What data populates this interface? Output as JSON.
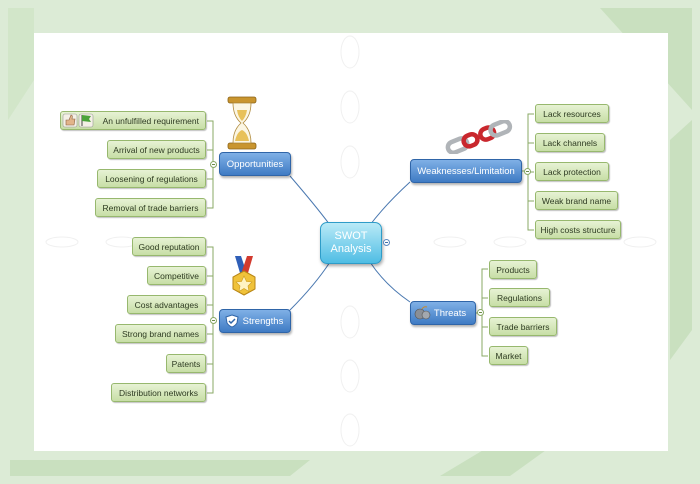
{
  "center": {
    "line1": "SWOT",
    "line2": "Analysis"
  },
  "branches": {
    "opportunities": "Opportunities",
    "weaknesses": "Weaknesses/Limitation",
    "strengths": "Strengths",
    "threats": "Threats"
  },
  "opportunities_items": [
    "An unfulfilled requirement",
    "Arrival of new products",
    "Loosening of regulations",
    "Removal of trade barriers"
  ],
  "weaknesses_items": [
    "Lack resources",
    "Lack channels",
    "Lack protection",
    "Weak brand name",
    "High costs structure"
  ],
  "strengths_items": [
    "Good reputation",
    "Competitive",
    "Cost advantages",
    "Strong brand names",
    "Patents",
    "Distribution networks"
  ],
  "threats_items": [
    "Products",
    "Regulations",
    "Trade barriers",
    "Market"
  ],
  "icons": {
    "opportunities": "hourglass-icon",
    "weaknesses": "broken-chain-icon",
    "strengths": "medal-icon",
    "strengths_badge": "shield-check-icon",
    "threats": "bomb-icon",
    "first_item": [
      "thumbs-up-icon",
      "green-flag-icon"
    ]
  },
  "colors": {
    "frame": "#dcebd6",
    "branch": "#3f7bc4",
    "leaf": "#c7dea6",
    "center": "#4fbde4",
    "link": "#4a78b0"
  }
}
